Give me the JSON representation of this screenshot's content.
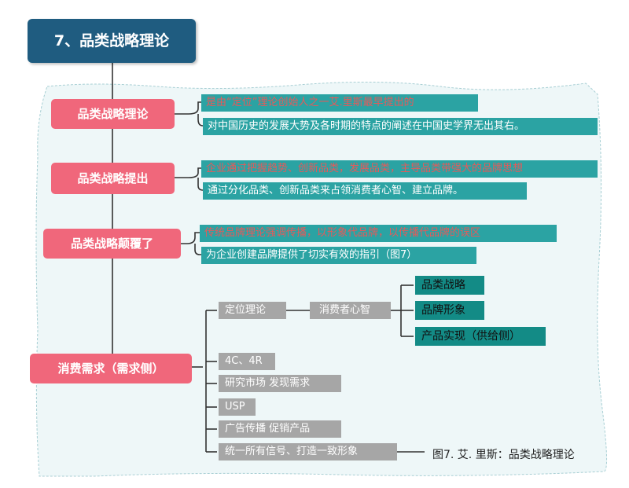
{
  "title": "7、品类战略理论",
  "branches": [
    {
      "label": "品类战略理论",
      "items": [
        "是由“定位”理论创始人之一艾.里斯最早提出的",
        "对中国历史的发展大势及各时期的特点的阐述在中国史学界无出其右。"
      ]
    },
    {
      "label": "品类战略提出",
      "items": [
        "企业通过把握趋势、创新品类，发展品类，主导品类带强大的品牌思想",
        "通过分化品类、创新品类来占领消费者心智、建立品牌。"
      ]
    },
    {
      "label": "品类战略颠覆了",
      "items": [
        "传统品牌理论强调传播，以形象代品牌，以传播代品牌的误区",
        "为企业创建品牌提供了切实有效的指引（图7）"
      ]
    },
    {
      "label": "消费需求（需求侧）",
      "items": [
        "定位理论",
        "4C、4R",
        "研究市场 发现需求",
        "USP",
        "广告传播 促销产品",
        "统一所有信号、打造一致形象"
      ],
      "sub": {
        "label": "消费者心智",
        "items": [
          "品类战略",
          "品牌形象",
          "产品实现（供给侧）"
        ]
      }
    }
  ],
  "caption": "图7. 艾. 里斯：品类战略理论",
  "colors": {
    "title_bg": "#1f5c80",
    "main_node": "#f0677b",
    "teal": "#2ba3a3",
    "dark_teal": "#138b86",
    "gray": "#a6a6a6",
    "red_text": "#e55a5a",
    "panel_bg": "#eef7f8"
  }
}
